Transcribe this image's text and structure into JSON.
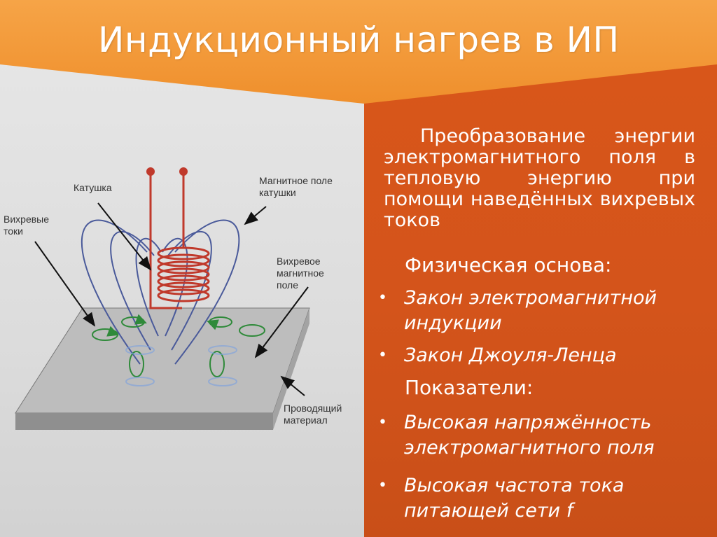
{
  "slide": {
    "title": "Индукционный нагрев в ИП",
    "intro": "Преобразование энергии электромагнитного поля в тепловую энергию при помощи наведённых вихревых токов",
    "physical_basis": {
      "heading": "Физическая основа:",
      "items": [
        "Закон электромагнитной индукции",
        "Закон Джоуля-Ленца"
      ]
    },
    "indicators": {
      "heading": "Показатели:",
      "items": [
        "Высокая напряжённость электромагнитного поля",
        "Высокая частота тока питающей сети f"
      ]
    },
    "bullet_symbol": "•"
  },
  "diagram": {
    "labels": {
      "coil": "Катушка",
      "coil_field": "Магнитное поле\nкатушки",
      "eddy_currents": "Вихревые\nтоки",
      "eddy_field": "Вихревое\nмагнитное\nполе",
      "conductor": "Проводящий\nматериал"
    },
    "colors": {
      "coil": "#c0392b",
      "field_lines": "#4a5a9a",
      "eddy": "#2f8a3a",
      "plate_top": "#bdbdbd",
      "plate_side": "#8f8f8f"
    }
  },
  "colors": {
    "banner": "#f39a3a",
    "panel": "#d5561b",
    "text": "#ffffff"
  }
}
